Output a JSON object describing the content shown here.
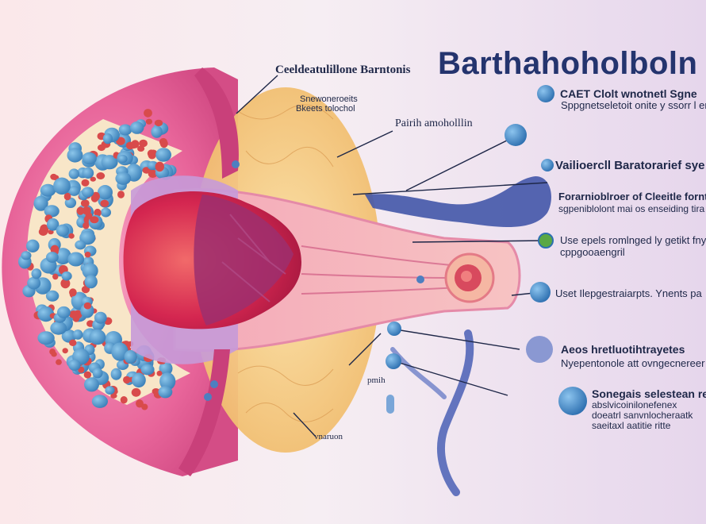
{
  "title": "Barthahoholboln",
  "colors": {
    "tissue_pink": "#e8659a",
    "inner_red": "#d42650",
    "fat_yellow": "#f3c776",
    "cell_blue": "#4a8fc4",
    "cell_red": "#d84b4b",
    "duct_blue": "#4356a8",
    "marker_blue": "#3b86c8",
    "leader_line": "#1e2748",
    "title_text": "#24346e"
  },
  "labels": {
    "top_center": "Ceeldeatulillone Barntonis",
    "upper_left_1": "Snewoneroeits",
    "upper_left_2": "Bkeets tolochol",
    "pair": "Pairih amoholllin",
    "cat_line1": "CAET Clolt wnotnetl Sgne",
    "cat_line2": "Sppgnetseletoit onite y ssorr l en",
    "vallio": "Vailioercll Baratorarief sye",
    "form_line1": "Forarnioblroer of Cleeitle fornt",
    "form_line2": "sgpeniblolont mai os enseiding tira",
    "uses_line1": "Use epels romlnged ly getikt fny",
    "uses_line2": "cppgooaengril",
    "uset_line": "Uset Ilepgestraiarpts. Ynents pa",
    "aeos_line1": "Aeos hretluotihtrayetes",
    "aeos_line2": "Nyepentonole att ovngecnereer",
    "sone_line1": "Sonegais selestean rec",
    "sone_line2": "abslvicoinilonefenex",
    "sone_line3": "doeatrl sanvnlocheraatk",
    "sone_line4": "saeitaxl aatitie ritte",
    "pmih": "pmih",
    "bottom": "vnaruon"
  }
}
